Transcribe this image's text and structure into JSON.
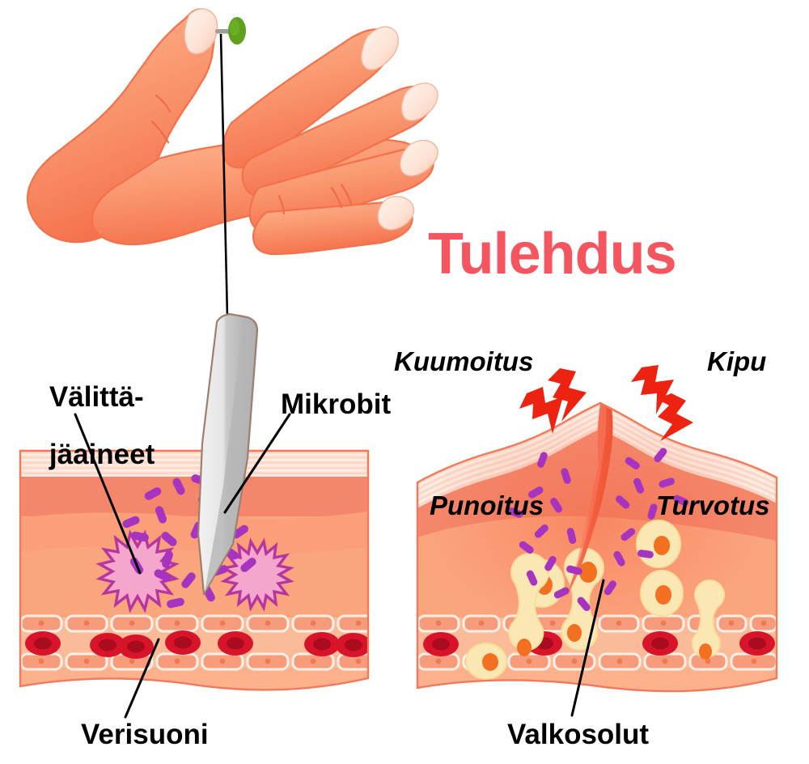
{
  "figure": {
    "title": "Tulehdus",
    "title_color": "#F5555F",
    "language": "fi",
    "topic": "inflammation-response-diagram"
  },
  "labels": {
    "mediators_line1": "Välittä-",
    "mediators_line2": "jäaineet",
    "microbes": "Mikrobit",
    "heat": "Kuumoitus",
    "pain": "Kipu",
    "redness": "Punoitus",
    "swelling": "Turvotus",
    "blood_vessel": "Verisuoni",
    "white_blood_cells": "Valkosolut"
  },
  "icons": {
    "hand": "hand-icon",
    "thorn": "green-thorn-icon",
    "splinter": "splinter-wedge-icon",
    "lightning": "lightning-bolt-icon",
    "mast_cell": "mast-cell-starburst-icon",
    "bacterium": "bacterium-rod-icon",
    "red_blood_cell": "red-blood-cell-icon",
    "white_blood_cell": "white-blood-cell-icon"
  },
  "colors": {
    "title": "#F5555F",
    "skin_light": "#FBA87F",
    "skin_mid": "#F79372",
    "epidermis": "#F4876B",
    "dermis": "#FCA882",
    "corneum_stripe": "#FDE2D6",
    "vessel_lumen": "#FBBB99",
    "vessel_wall": "#F79B7D",
    "rbc": "#D8142A",
    "rbc_dark": "#A90C1E",
    "wbc": "#FAE7B4",
    "wbc_nucleus": "#F2701F",
    "bacteria": "#A634C0",
    "mast_cell_fill": "#F4A6CD",
    "mast_cell_stroke": "#B6359E",
    "lightning": "#EE2211",
    "wound": "#F4634C",
    "hand_light": "#FBA87F",
    "hand_dark": "#F4714C",
    "thorn": "#5FA01E",
    "splinter_light": "#E6E6E6",
    "splinter_dark": "#B8B8B8",
    "leader_line": "#000000"
  },
  "panels": [
    {
      "name": "left-panel",
      "stage": "injury",
      "description": "splinter piercing skin, bacteria entering, mast cells releasing mediators, normal blood vessel",
      "annotations": [
        "Välittä-jäaineet",
        "Mikrobit",
        "Verisuoni"
      ],
      "bacteria_count": 22,
      "mast_cells": 2,
      "red_blood_cells": 8,
      "white_blood_cells": 0
    },
    {
      "name": "right-panel",
      "stage": "inflammation",
      "description": "inflamed swollen wound with heat, pain, redness, swelling; white blood cells migrating from vessel",
      "annotations": [
        "Kuumoitus",
        "Kipu",
        "Punoitus",
        "Turvotus",
        "Valkosolut"
      ],
      "bacteria_count": 24,
      "mast_cells": 0,
      "red_blood_cells": 5,
      "white_blood_cells": 9,
      "lightning_bolts": 4
    }
  ],
  "chart_data": {
    "type": "table",
    "title": "Tulehdus",
    "categories": [
      "Kuumoitus",
      "Kipu",
      "Punoitus",
      "Turvotus"
    ],
    "values": [
      1,
      1,
      1,
      1
    ],
    "note": "Four cardinal signs of inflammation shown on the right panel"
  }
}
